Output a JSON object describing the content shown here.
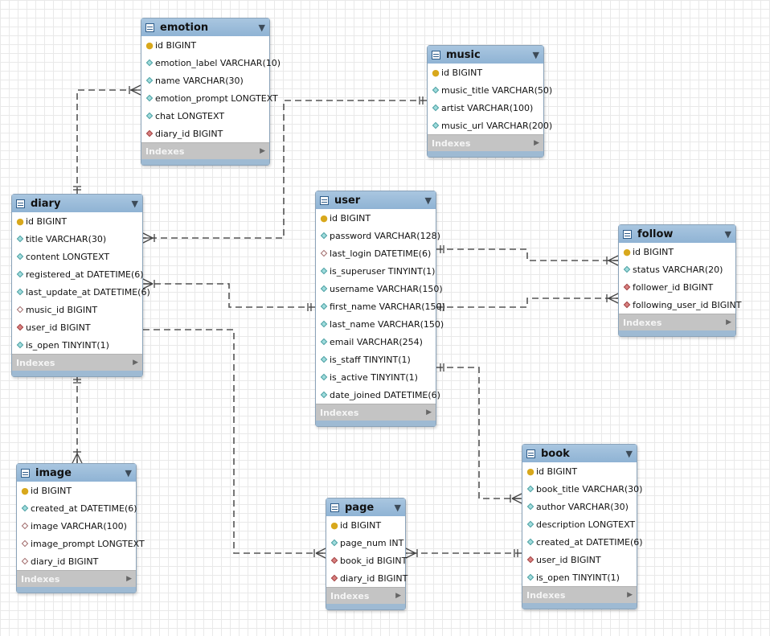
{
  "indexes_label": "Indexes",
  "tables": [
    {
      "id": "emotion",
      "name": "emotion",
      "columns": [
        {
          "icon": "pk",
          "text": "id BIGINT"
        },
        {
          "icon": "col",
          "text": "emotion_label VARCHAR(10)"
        },
        {
          "icon": "col",
          "text": "name VARCHAR(30)"
        },
        {
          "icon": "col",
          "text": "emotion_prompt LONGTEXT"
        },
        {
          "icon": "col",
          "text": "chat LONGTEXT"
        },
        {
          "icon": "fk",
          "text": "diary_id BIGINT"
        }
      ]
    },
    {
      "id": "music",
      "name": "music",
      "columns": [
        {
          "icon": "pk",
          "text": "id BIGINT"
        },
        {
          "icon": "col",
          "text": "music_title VARCHAR(50)"
        },
        {
          "icon": "col",
          "text": "artist VARCHAR(100)"
        },
        {
          "icon": "col",
          "text": "music_url VARCHAR(200)"
        }
      ]
    },
    {
      "id": "diary",
      "name": "diary",
      "columns": [
        {
          "icon": "pk",
          "text": "id BIGINT"
        },
        {
          "icon": "col",
          "text": "title VARCHAR(30)"
        },
        {
          "icon": "col",
          "text": "content LONGTEXT"
        },
        {
          "icon": "col",
          "text": "registered_at DATETIME(6)"
        },
        {
          "icon": "col",
          "text": "last_update_at DATETIME(6)"
        },
        {
          "icon": "null",
          "text": "music_id BIGINT"
        },
        {
          "icon": "fk",
          "text": "user_id BIGINT"
        },
        {
          "icon": "col",
          "text": "is_open TINYINT(1)"
        }
      ]
    },
    {
      "id": "user",
      "name": "user",
      "columns": [
        {
          "icon": "pk",
          "text": "id BIGINT"
        },
        {
          "icon": "col",
          "text": "password VARCHAR(128)"
        },
        {
          "icon": "null",
          "text": "last_login DATETIME(6)"
        },
        {
          "icon": "col",
          "text": "is_superuser TINYINT(1)"
        },
        {
          "icon": "col",
          "text": "username VARCHAR(150)"
        },
        {
          "icon": "col",
          "text": "first_name VARCHAR(150)"
        },
        {
          "icon": "col",
          "text": "last_name VARCHAR(150)"
        },
        {
          "icon": "col",
          "text": "email VARCHAR(254)"
        },
        {
          "icon": "col",
          "text": "is_staff TINYINT(1)"
        },
        {
          "icon": "col",
          "text": "is_active TINYINT(1)"
        },
        {
          "icon": "col",
          "text": "date_joined DATETIME(6)"
        }
      ]
    },
    {
      "id": "follow",
      "name": "follow",
      "columns": [
        {
          "icon": "pk",
          "text": "id BIGINT"
        },
        {
          "icon": "col",
          "text": "status VARCHAR(20)"
        },
        {
          "icon": "fk",
          "text": "follower_id BIGINT"
        },
        {
          "icon": "fk",
          "text": "following_user_id BIGINT"
        }
      ]
    },
    {
      "id": "image",
      "name": "image",
      "columns": [
        {
          "icon": "pk",
          "text": "id BIGINT"
        },
        {
          "icon": "col",
          "text": "created_at DATETIME(6)"
        },
        {
          "icon": "null",
          "text": "image VARCHAR(100)"
        },
        {
          "icon": "null",
          "text": "image_prompt LONGTEXT"
        },
        {
          "icon": "null",
          "text": "diary_id BIGINT"
        }
      ]
    },
    {
      "id": "page",
      "name": "page",
      "columns": [
        {
          "icon": "pk",
          "text": "id BIGINT"
        },
        {
          "icon": "col",
          "text": "page_num INT"
        },
        {
          "icon": "fk",
          "text": "book_id BIGINT"
        },
        {
          "icon": "fk",
          "text": "diary_id BIGINT"
        }
      ]
    },
    {
      "id": "book",
      "name": "book",
      "columns": [
        {
          "icon": "pk",
          "text": "id BIGINT"
        },
        {
          "icon": "col",
          "text": "book_title VARCHAR(30)"
        },
        {
          "icon": "col",
          "text": "author VARCHAR(30)"
        },
        {
          "icon": "col",
          "text": "description LONGTEXT"
        },
        {
          "icon": "col",
          "text": "created_at DATETIME(6)"
        },
        {
          "icon": "fk",
          "text": "user_id BIGINT"
        },
        {
          "icon": "col",
          "text": "is_open TINYINT(1)"
        }
      ]
    }
  ],
  "relationships": [
    {
      "id": "diary-emotion",
      "from": "diary",
      "to": "emotion",
      "from_end": "one",
      "to_end": "many"
    },
    {
      "id": "music-diary",
      "from": "music",
      "to": "diary",
      "from_end": "one",
      "to_end": "many"
    },
    {
      "id": "user-diary",
      "from": "user",
      "to": "diary",
      "from_end": "one",
      "to_end": "many"
    },
    {
      "id": "user-follow-follower",
      "from": "user",
      "to": "follow",
      "from_end": "one",
      "to_end": "many"
    },
    {
      "id": "user-follow-following",
      "from": "user",
      "to": "follow",
      "from_end": "one",
      "to_end": "many"
    },
    {
      "id": "user-book",
      "from": "user",
      "to": "book",
      "from_end": "one",
      "to_end": "many"
    },
    {
      "id": "diary-image",
      "from": "diary",
      "to": "image",
      "from_end": "one",
      "to_end": "many"
    },
    {
      "id": "diary-page",
      "from": "diary",
      "to": "page",
      "from_end": "one",
      "to_end": "many"
    },
    {
      "id": "book-page",
      "from": "book",
      "to": "page",
      "from_end": "one",
      "to_end": "many"
    }
  ]
}
